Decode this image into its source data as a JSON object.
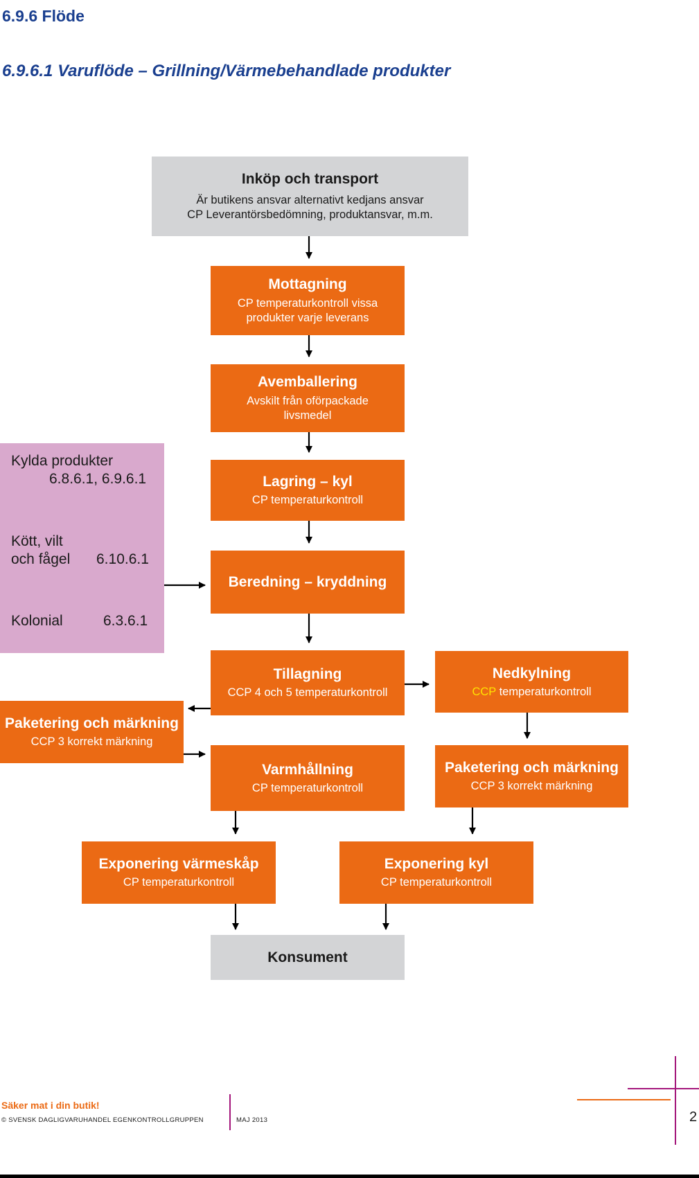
{
  "header": {
    "section": "6.9.6 Flöde",
    "subsection": "6.9.6.1 Varuflöde – Grillning/Värmebehandlade produkter"
  },
  "flow": {
    "inkop": {
      "title": "Inköp och transport",
      "line1": "Är butikens ansvar alternativt kedjans ansvar",
      "line2": "CP Leverantörsbedömning, produktansvar, m.m."
    },
    "mottagning": {
      "title": "Mottagning",
      "line1": "CP temperaturkontroll vissa",
      "line2": "produkter varje leverans"
    },
    "avemballering": {
      "title": "Avemballering",
      "line1": "Avskilt från oförpackade",
      "line2": "livsmedel"
    },
    "lagring": {
      "title": "Lagring – kyl",
      "line1": "CP temperaturkontroll"
    },
    "beredning": {
      "title": "Beredning – kryddning"
    },
    "tillagning": {
      "title": "Tillagning",
      "line1": "CCP 4 och 5 temperaturkontroll"
    },
    "nedkylning": {
      "title": "Nedkylning",
      "ccp": "CCP",
      "rest": " temperaturkontroll",
      "ccp_color": "#ffe300"
    },
    "paketering_left": {
      "title": "Paketering och märkning",
      "line1": "CCP 3 korrekt märkning"
    },
    "varmhallning": {
      "title": "Varmhållning",
      "line1": "CP temperaturkontroll"
    },
    "paketering_right": {
      "title": "Paketering och märkning",
      "line1": "CCP 3 korrekt märkning"
    },
    "exp_varme": {
      "title": "Exponering värmeskåp",
      "line1": "CP temperaturkontroll"
    },
    "exp_kyl": {
      "title": "Exponering kyl",
      "line1": "CP temperaturkontroll"
    },
    "konsument": {
      "title": "Konsument"
    }
  },
  "side_panel": {
    "kylda": "Kylda produkter",
    "kylda_ref": "6.8.6.1, 6.9.6.1",
    "kott_1": "Kött, vilt",
    "kott_2": "och fågel",
    "kott_ref": "6.10.6.1",
    "kolonial": "Kolonial",
    "kolonial_ref": "6.3.6.1"
  },
  "footer": {
    "tagline": "Säker mat i din butik!",
    "copyright": "© SVENSK DAGLIGVARUHANDEL EGENKONTROLLGRUPPEN",
    "date": "MAJ 2013",
    "page_number": "2"
  },
  "colors": {
    "orange": "#eb6a14",
    "gray": "#d3d4d6",
    "purple": "#d9a9cd",
    "heading_blue": "#1a3f8f",
    "accent_magenta": "#a3157a"
  }
}
